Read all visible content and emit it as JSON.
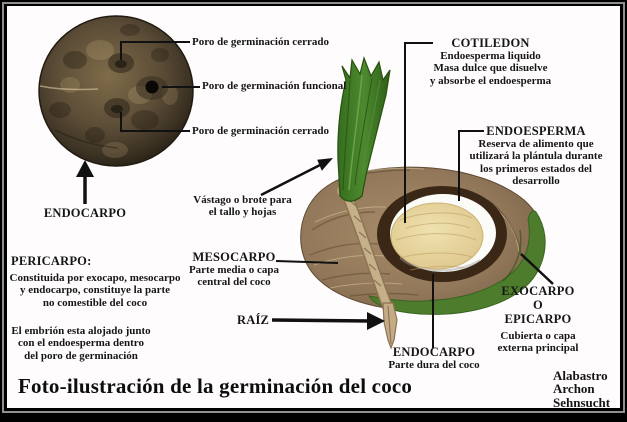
{
  "page": {
    "title": "Foto-ilustración de la germinación del coco",
    "credit_lines": [
      "Alabastro",
      "Archon",
      "Sehnsucht"
    ]
  },
  "whole_coconut": {
    "pore_top_label": "Poro de germinación cerrado",
    "pore_functional_label": "Poro de germinación funcional",
    "pore_bottom_label": "Poro de germinación cerrado",
    "endocarp_label": "ENDOCARPO"
  },
  "notes": {
    "pericarp": {
      "heading": "PERICARPO:",
      "lines": [
        "Constituida por exocapo, mesocarpo",
        "y endocarpo, constituye la parte",
        "no comestible del coco"
      ]
    },
    "embryo": {
      "lines": [
        "El embrión esta alojado junto",
        "con el endoesperma dentro",
        "del poro de germinación"
      ]
    }
  },
  "cross_section": {
    "vastago": {
      "lines": [
        "Vástago o brote para",
        "el tallo y hojas"
      ]
    },
    "mesocarpo": {
      "heading": "MESOCARPO",
      "lines": [
        "Parte media o capa",
        "central del coco"
      ]
    },
    "raiz": {
      "label": "RAÍZ"
    },
    "endocarpo": {
      "heading": "ENDOCARPO",
      "line": "Parte dura del coco"
    },
    "cotiledon": {
      "heading": "COTILEDON",
      "lines": [
        "Endoesperma liquido",
        "Masa dulce que disuelve",
        "y absorbe el endoesperma"
      ]
    },
    "endoesperma": {
      "heading": "ENDOESPERMA",
      "lines": [
        "Reserva de alimento que",
        "utilizará la plántula durante",
        "los primeros estados del",
        "desarrollo"
      ]
    },
    "exocarpo": {
      "heading_lines": [
        "EXOCARPO",
        "O",
        "EPICARPO"
      ],
      "lines": [
        "Cubierta o capa",
        "externa principal"
      ]
    }
  },
  "colors": {
    "frame_stripe": "#8f8f8f",
    "husk_brown": "#92775a",
    "exocarp_green": "#4c7c2c",
    "shell_dark": "#3b2715",
    "endosperm_cream": "#e8d7a2",
    "sprout_green": "#3f7c26",
    "line_black": "#111111"
  }
}
